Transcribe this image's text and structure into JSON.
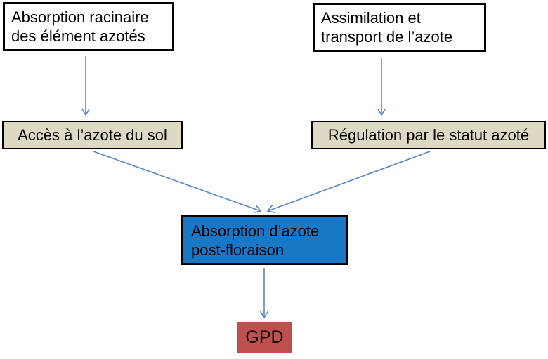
{
  "diagram": {
    "background_color": "#ffffff",
    "arrow_color": "#5b83c6",
    "text_color": "#000000",
    "nodes": {
      "absorption_racinaire": {
        "lines": [
          "Absorption racinaire",
          "des élément azotés"
        ],
        "fill": "#ffffff",
        "border": "#000000"
      },
      "assimilation": {
        "lines": [
          "Assimilation et",
          "transport de l’azote"
        ],
        "fill": "#ffffff",
        "border": "#000000"
      },
      "acces_azote": {
        "lines": [
          "Accès à l’azote du sol"
        ],
        "fill": "#ddd9c3",
        "border": "#000000"
      },
      "regulation": {
        "lines": [
          "Régulation par le statut azoté"
        ],
        "fill": "#ddd9c3",
        "border": "#000000"
      },
      "absorption_post": {
        "lines": [
          "Absorption d’azote",
          "post-floraison"
        ],
        "fill": "#1878c6",
        "border": "#000000"
      },
      "gpd": {
        "lines": [
          "GPD"
        ],
        "fill": "#c0504d",
        "border": "none"
      }
    },
    "edges": [
      {
        "from": "absorption_racinaire",
        "to": "acces_azote"
      },
      {
        "from": "assimilation",
        "to": "regulation"
      },
      {
        "from": "acces_azote",
        "to": "absorption_post"
      },
      {
        "from": "regulation",
        "to": "absorption_post"
      },
      {
        "from": "absorption_post",
        "to": "gpd"
      }
    ]
  }
}
